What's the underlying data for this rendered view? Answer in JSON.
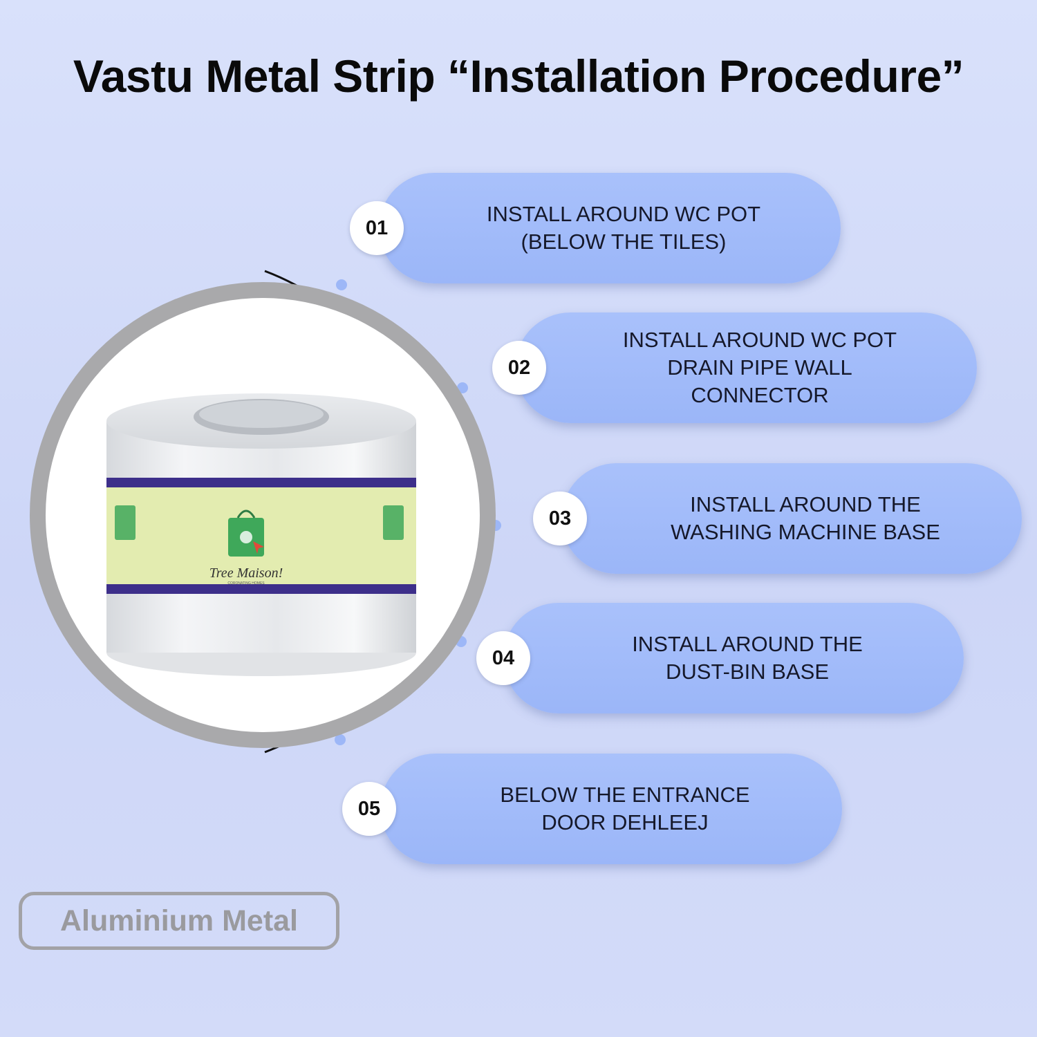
{
  "title": "Vastu Metal Strip “Installation Procedure”",
  "product": {
    "brand_label": "Tree Maison!",
    "brand_tagline": "CORONATING HOMES"
  },
  "steps": [
    {
      "number": "01",
      "text": "INSTALL AROUND WC POT\n(BELOW THE TILES)"
    },
    {
      "number": "02",
      "text": "INSTALL AROUND WC POT\nDRAIN PIPE WALL\nCONNECTOR"
    },
    {
      "number": "03",
      "text": "INSTALL AROUND THE\nWASHING MACHINE BASE"
    },
    {
      "number": "04",
      "text": "INSTALL AROUND THE\nDUST-BIN BASE"
    },
    {
      "number": "05",
      "text": "BELOW THE ENTRANCE\nDOOR DEHLEEJ"
    }
  ],
  "material_badge": "Aluminium Metal",
  "colors": {
    "background": "#d3dbf9",
    "pill": "#a3bcfa",
    "ring": "#a9a9ab",
    "label_band": "#3d2f8a",
    "label_bg": "#e3ecb0"
  }
}
